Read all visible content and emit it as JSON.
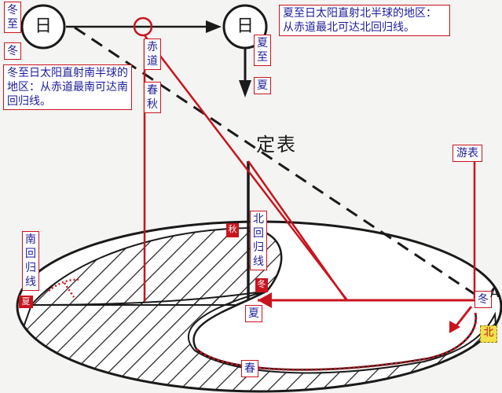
{
  "diagram": {
    "sun_left": "日",
    "sun_right": "日",
    "dingbiao": "定表",
    "youbiao": "游表",
    "winter_solstice_top": "冬至",
    "winter_top": "冬",
    "summer_solstice_top": "夏至",
    "summer_top": "夏",
    "equator_label": "赤道",
    "equinox_label": "春秋",
    "summer_note": "夏至日太阳直射北半球的地区：从赤道最北可达北回归线。",
    "winter_note": "冬至日太阳直射南半球的地区：从赤道最南可达南回归线。",
    "tropic_north": "北回归线",
    "tropic_south": "南回归线",
    "autumn_mark": "秋",
    "winter_mark_mid": "冬",
    "summer_mark_mid": "夏",
    "summer_mark_left": "夏",
    "winter_mark_right": "冬",
    "spring_mark": "春",
    "north_mark": "北",
    "letter_a": "A"
  },
  "colors": {
    "accent_red": "#c8141e",
    "text_blue": "#1c1c9c",
    "ink": "#1a1a1a",
    "highlight_yellow": "#f3e04b"
  }
}
